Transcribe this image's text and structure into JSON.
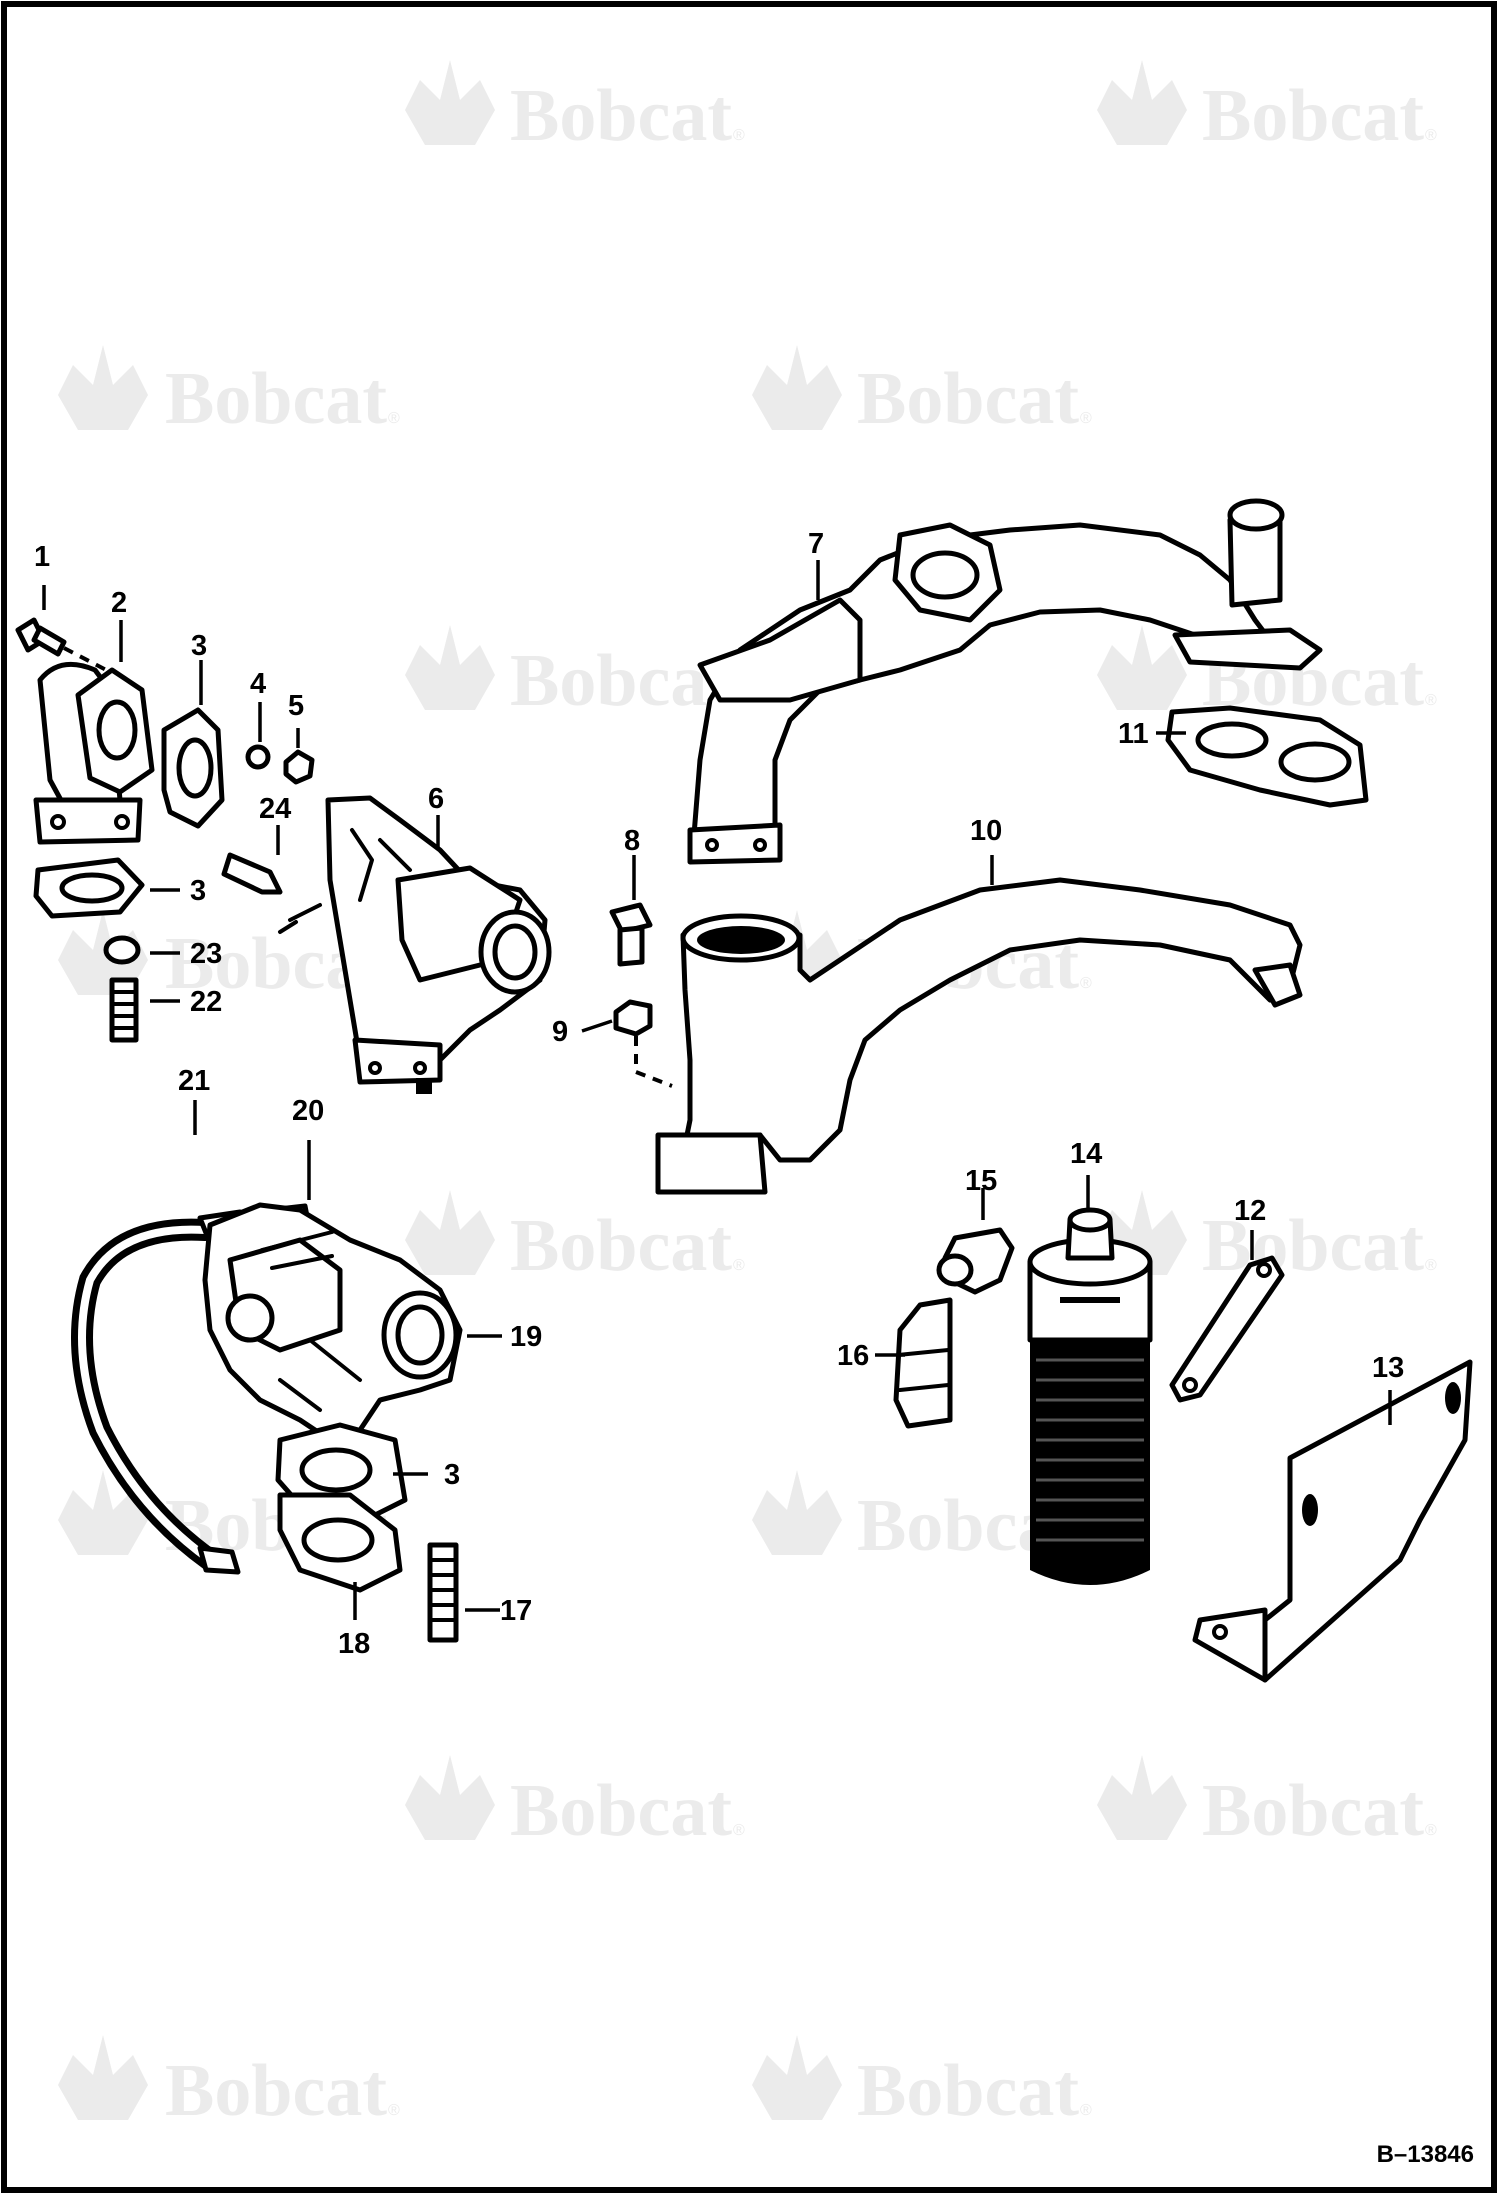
{
  "watermark": {
    "text": "Bobcat",
    "registered": "®"
  },
  "reference_code": "B–13846",
  "callouts": {
    "c1": "1",
    "c2": "2",
    "c3a": "3",
    "c3b": "3",
    "c3c": "3",
    "c4": "4",
    "c5": "5",
    "c6": "6",
    "c7": "7",
    "c8": "8",
    "c9": "9",
    "c10": "10",
    "c11": "11",
    "c12": "12",
    "c13": "13",
    "c14": "14",
    "c15": "15",
    "c16": "16",
    "c17": "17",
    "c18": "18",
    "c19": "19",
    "c20": "20",
    "c21": "21",
    "c22": "22",
    "c23": "23",
    "c24": "24"
  },
  "colors": {
    "line": "#000000",
    "background": "#ffffff",
    "watermark": "#ebebeb"
  }
}
